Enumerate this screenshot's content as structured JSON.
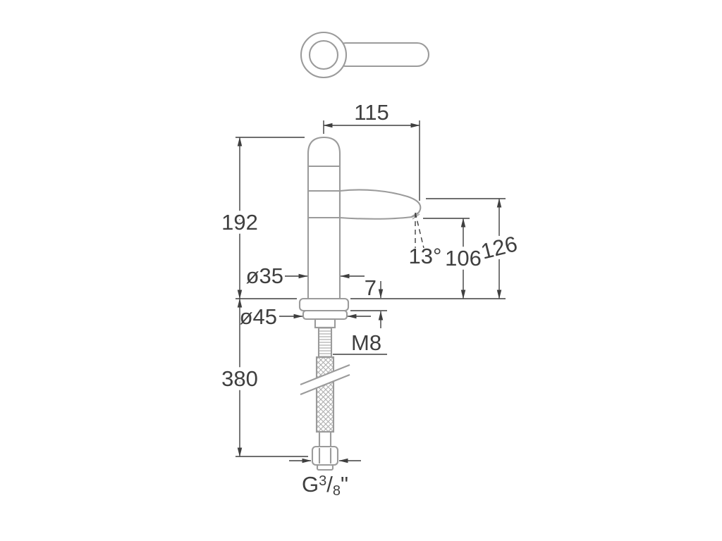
{
  "drawing": {
    "dimensions": {
      "spout_reach": "115",
      "total_height": "192",
      "body_diameter": "ø35",
      "base_plate_height": "7",
      "base_diameter": "ø45",
      "spout_angle": "13°",
      "outlet_height": "106",
      "spout_height": "126",
      "hose_length": "380",
      "stud_thread": "M8",
      "inlet_connection": {
        "prefix": "G",
        "numerator": "3",
        "denominator": "8",
        "suffix": "\""
      }
    },
    "colors": {
      "product_line": "#9b9b9b",
      "dimension_line": "#3f3f3f",
      "background": "#ffffff"
    }
  }
}
